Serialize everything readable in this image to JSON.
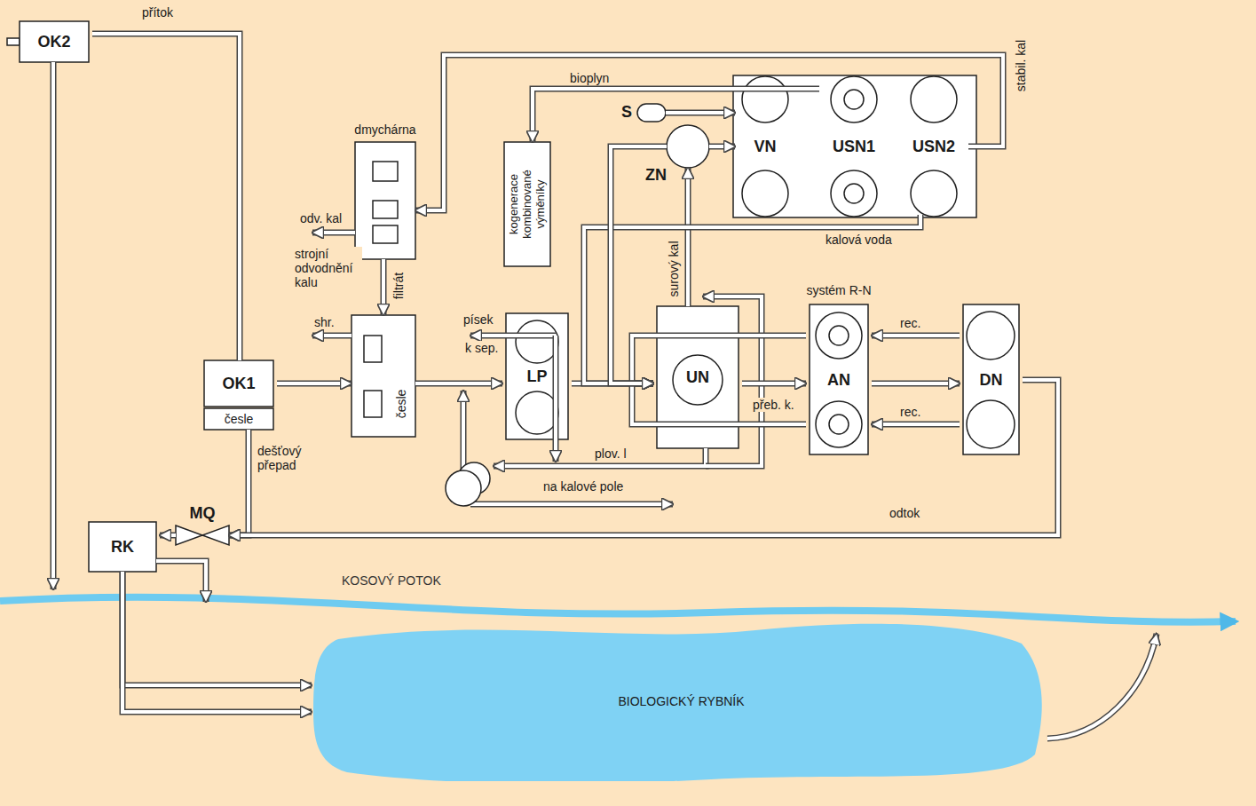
{
  "diagram": {
    "nodes": [
      {
        "text": [
          "OK2"
        ]
      },
      {
        "text": [
          "dmychárna"
        ]
      },
      {
        "text": [
          "kogenerace kombinované výměníky"
        ]
      },
      {
        "text": [
          "S"
        ]
      },
      {
        "text": [
          "ZN"
        ]
      },
      {
        "text": [
          "VN"
        ]
      },
      {
        "text": [
          "USN1"
        ]
      },
      {
        "text": [
          "USN2"
        ]
      },
      {
        "text": [
          "česle"
        ]
      },
      {
        "text": [
          "LP"
        ]
      },
      {
        "text": [
          "UN"
        ]
      },
      {
        "text": [
          "OK1"
        ]
      },
      {
        "text": [
          "česle"
        ]
      },
      {
        "text": [
          "systém R-N",
          "AN"
        ]
      },
      {
        "text": [
          "DN"
        ]
      },
      {
        "text": [
          "MQ"
        ]
      },
      {
        "text": [
          "RK"
        ]
      },
      {
        "text": [
          "BIOLOGICKÝ RYBNÍK"
        ]
      }
    ],
    "edges": [
      {
        "from": 0,
        "to": 11,
        "label": "přítok",
        "arrow": "none"
      },
      {
        "from": 11,
        "to": 8,
        "arrow": "to"
      },
      {
        "from": 12,
        "to": 15,
        "label": "dešťový přepad",
        "arrow": "to"
      },
      {
        "from": 14,
        "to": 15,
        "label": "odtok",
        "arrow": "to"
      },
      {
        "from": 15,
        "to": 16,
        "arrow": "to"
      },
      {
        "from": 16,
        "to": 17,
        "arrow": "to"
      },
      {
        "from": 16,
        "to": 17,
        "arrow": "to"
      },
      {
        "from": 8,
        "to": 9,
        "arrow": "to"
      },
      {
        "from": 9,
        "to": 10,
        "arrow": "to"
      },
      {
        "from": 10,
        "to": 13,
        "arrow": "to"
      },
      {
        "from": 13,
        "to": 14,
        "arrow": "to"
      },
      {
        "from": 14,
        "to": 13,
        "label": "rec.",
        "arrow": "to"
      },
      {
        "from": 14,
        "to": 13,
        "label": "rec.",
        "arrow": "to"
      },
      {
        "from": 13,
        "to": 10,
        "arrow": "to"
      },
      {
        "from": 13,
        "to": 10,
        "label": "přeb. k.",
        "arrow": "to"
      },
      {
        "from": 10,
        "to": 4,
        "label": "surový kal",
        "arrow": "to"
      },
      {
        "from": 4,
        "to": 5,
        "arrow": "to"
      },
      {
        "from": 3,
        "to": 5,
        "arrow": "to"
      },
      {
        "from": 6,
        "to": 2,
        "label": "bioplyn",
        "arrow": "to"
      },
      {
        "from": 7,
        "to": 1,
        "label": "stabil. kal",
        "arrow": "to"
      },
      {
        "from": 1,
        "to": 8,
        "label": "filtrát",
        "arrow": "to"
      },
      {
        "from": 7,
        "to": 10,
        "label": "kalová voda",
        "arrow": "to"
      },
      {
        "from": 4,
        "to": 10,
        "arrow": "to"
      }
    ],
    "labels": [
      "odv. kal",
      "strojní odvodnění kalu",
      "shr.",
      "písek",
      "k sep.",
      "plov. l",
      "na kalové pole",
      "KOSOVÝ POTOK"
    ]
  }
}
